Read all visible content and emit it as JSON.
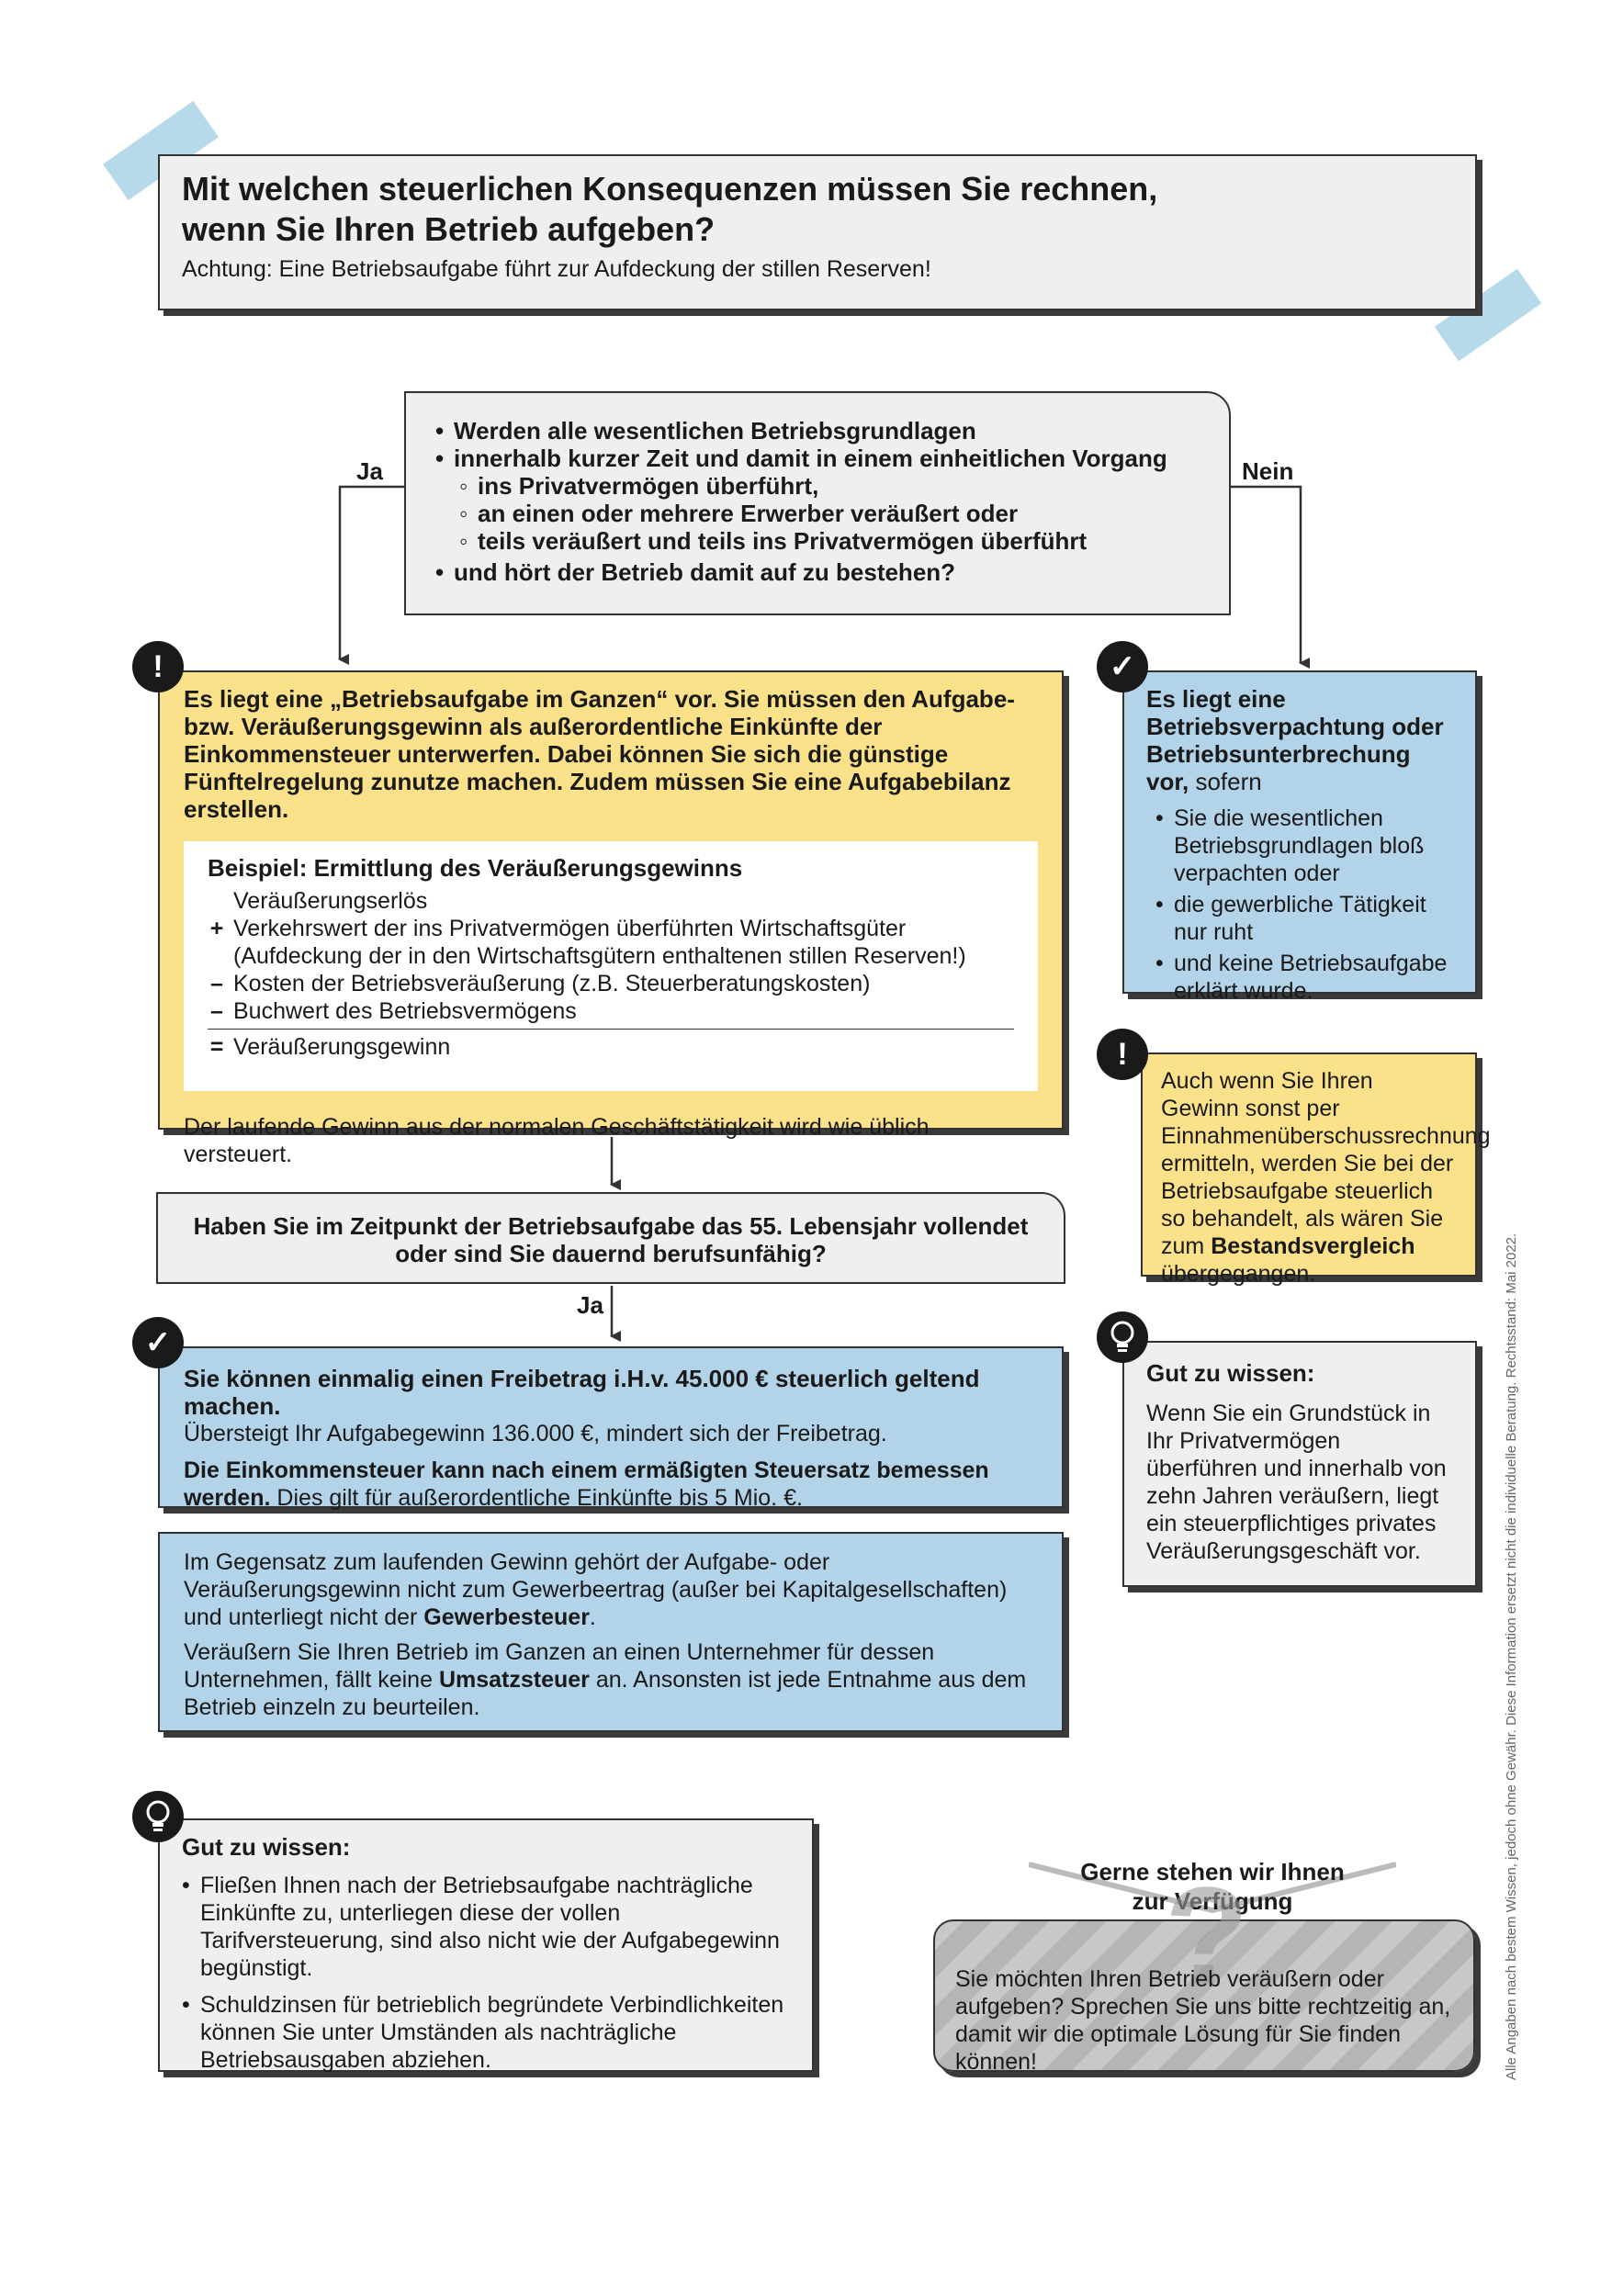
{
  "header": {
    "title_line1": "Mit welchen steuerlichen Konsequenzen müssen Sie rechnen,",
    "title_line2": "wenn Sie Ihren Betrieb aufgeben?",
    "subtitle": "Achtung: Eine Betriebsaufgabe führt zur Aufdeckung der stillen Reserven!"
  },
  "question1": {
    "items": [
      "Werden alle wesentlichen Betriebsgrundlagen",
      "innerhalb kurzer Zeit und damit in einem einheitlichen Vorgang"
    ],
    "subitems": [
      "ins Privatvermögen überführt,",
      "an einen oder mehrere Erwerber veräußert oder",
      "teils veräußert und teils ins Privatvermögen überführt"
    ],
    "last_item": "und hört der Betrieb damit auf zu bestehen?"
  },
  "labels": {
    "yes": "Ja",
    "no": "Nein",
    "yes2": "Ja"
  },
  "aufgabe": {
    "intro": "Es liegt eine „Betriebsaufgabe im Ganzen“ vor. Sie müssen den Aufgabe- bzw. Veräußerungsgewinn als außerordentliche Einkünfte der Einkommensteuer unterwerfen. Dabei können Sie sich die günstige Fünftelregelung zunutze machen. Zudem müssen Sie eine Aufgabebilanz erstellen.",
    "example_title": "Beispiel: Ermittlung des Veräußerungsgewinns",
    "lines": [
      {
        "sym": "",
        "text": "Veräußerungserlös"
      },
      {
        "sym": "+",
        "text": "Verkehrswert der ins Privatvermögen überführten Wirtschaftsgüter"
      },
      {
        "sym": "",
        "text": "(Aufdeckung der in den Wirtschaftsgütern enthaltenen stillen Reserven!)"
      },
      {
        "sym": "–",
        "text": "Kosten der Betriebsveräußerung (z.B. Steuerberatungskosten)"
      },
      {
        "sym": "–",
        "text": "Buchwert des Betriebsvermögens"
      }
    ],
    "result_sym": "=",
    "result": "Veräußerungsgewinn",
    "footer": "Der laufende Gewinn aus der normalen Geschäftstätigkeit wird wie üblich versteuert."
  },
  "verpachtung": {
    "title": "Es liegt eine Betriebsverpachtung oder Betriebsunterbrechung vor,",
    "title_suffix": " sofern",
    "items": [
      "Sie die wesentlichen Betriebsgrundlagen bloß verpachten oder",
      "die gewerbliche Tätigkeit nur ruht",
      "und keine Betriebsaufgabe erklärt wurde."
    ]
  },
  "hinweis_euer": {
    "text_pre": "Auch wenn Sie Ihren Gewinn sonst per Einnahmenüberschussrechnung ermitteln, werden Sie bei der Betriebsaufgabe steuerlich so behandelt, als wären Sie zum ",
    "bold": "Bestandsvergleich",
    "text_post": " übergegangen."
  },
  "question2": {
    "line1": "Haben Sie im Zeitpunkt der Betriebsaufgabe das 55. Lebensjahr vollendet",
    "line2": "oder sind Sie dauernd berufsunfähig?"
  },
  "freibetrag": {
    "bold1": "Sie können einmalig einen Freibetrag i.H.v. 45.000 € steuerlich geltend machen.",
    "text1": "Übersteigt Ihr Aufgabegewinn 136.000 €, mindert sich der Freibetrag.",
    "bold2": "Die Einkommensteuer kann nach einem ermäßigten Steuersatz bemessen werden.",
    "text2": " Dies gilt für außerordentliche Einkünfte bis 5 Mio. €."
  },
  "gewerbe": {
    "p1_pre": "Im Gegensatz zum laufenden Gewinn gehört der Aufgabe- oder Veräußerungsgewinn nicht zum Gewerbeertrag (außer bei Kapitalgesellschaften) und unterliegt nicht der ",
    "p1_bold": "Gewerbesteuer",
    "p1_post": ".",
    "p2_pre": "Veräußern Sie Ihren Betrieb im Ganzen an einen Unternehmer für dessen Unternehmen, fällt keine ",
    "p2_bold": "Umsatzsteuer",
    "p2_post": " an. Ansonsten ist jede Entnahme aus dem Betrieb einzeln zu beurteilen."
  },
  "gut_zu_wissen_right": {
    "title": "Gut zu wissen:",
    "text": "Wenn Sie ein Grundstück in Ihr Privatvermögen überführen und innerhalb von zehn Jahren veräußern, liegt ein steuerpflichtiges privates Veräußerungsgeschäft vor."
  },
  "gut_zu_wissen_bottom": {
    "title": "Gut zu wissen:",
    "items": [
      "Fließen Ihnen nach der Betriebsaufgabe nachträgliche Einkünfte zu, unterliegen diese der vollen Tarifversteuerung, sind also nicht wie der Aufgabegewinn begünstigt.",
      "Schuldzinsen für betrieblich begründete Verbindlichkeiten können Sie unter Umständen als nachträgliche Betriebsausgaben abziehen."
    ]
  },
  "contact": {
    "heading_line1": "Gerne stehen wir Ihnen",
    "heading_line2": "zur Verfügung",
    "text": "Sie möchten Ihren Betrieb veräußern oder aufgeben? Sprechen Sie uns bitte rechtzeitig an, damit wir die optimale Lösung für Sie finden können!"
  },
  "disclaimer": "Alle Angaben nach bestem Wissen, jedoch ohne Gewähr. Diese Information ersetzt nicht die individuelle Beratung. Rechtsstand: Mai 2022.",
  "icons": {
    "warning": "warning-icon",
    "check": "checkmark-icon",
    "bulb": "lightbulb-icon"
  }
}
